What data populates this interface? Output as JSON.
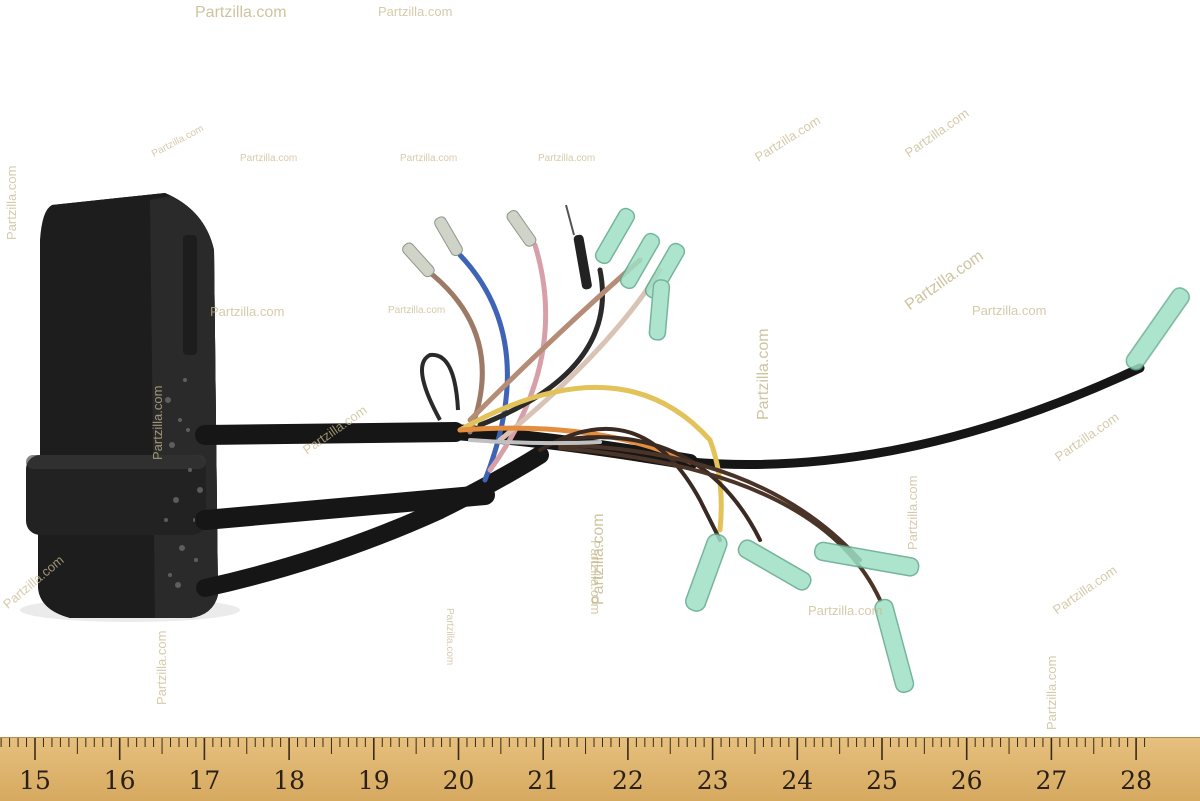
{
  "watermark": {
    "text": "Partzilla.com"
  },
  "ruler": {
    "numbers": [
      "15",
      "16",
      "17",
      "18",
      "19",
      "20",
      "21",
      "22",
      "23",
      "24",
      "25",
      "26",
      "27",
      "28"
    ]
  },
  "colors": {
    "module_body": "#1c1c1c",
    "wire_black": "#161616",
    "connector_tint": "#9fe0c6",
    "ruler_wood": "#ddb46b"
  }
}
